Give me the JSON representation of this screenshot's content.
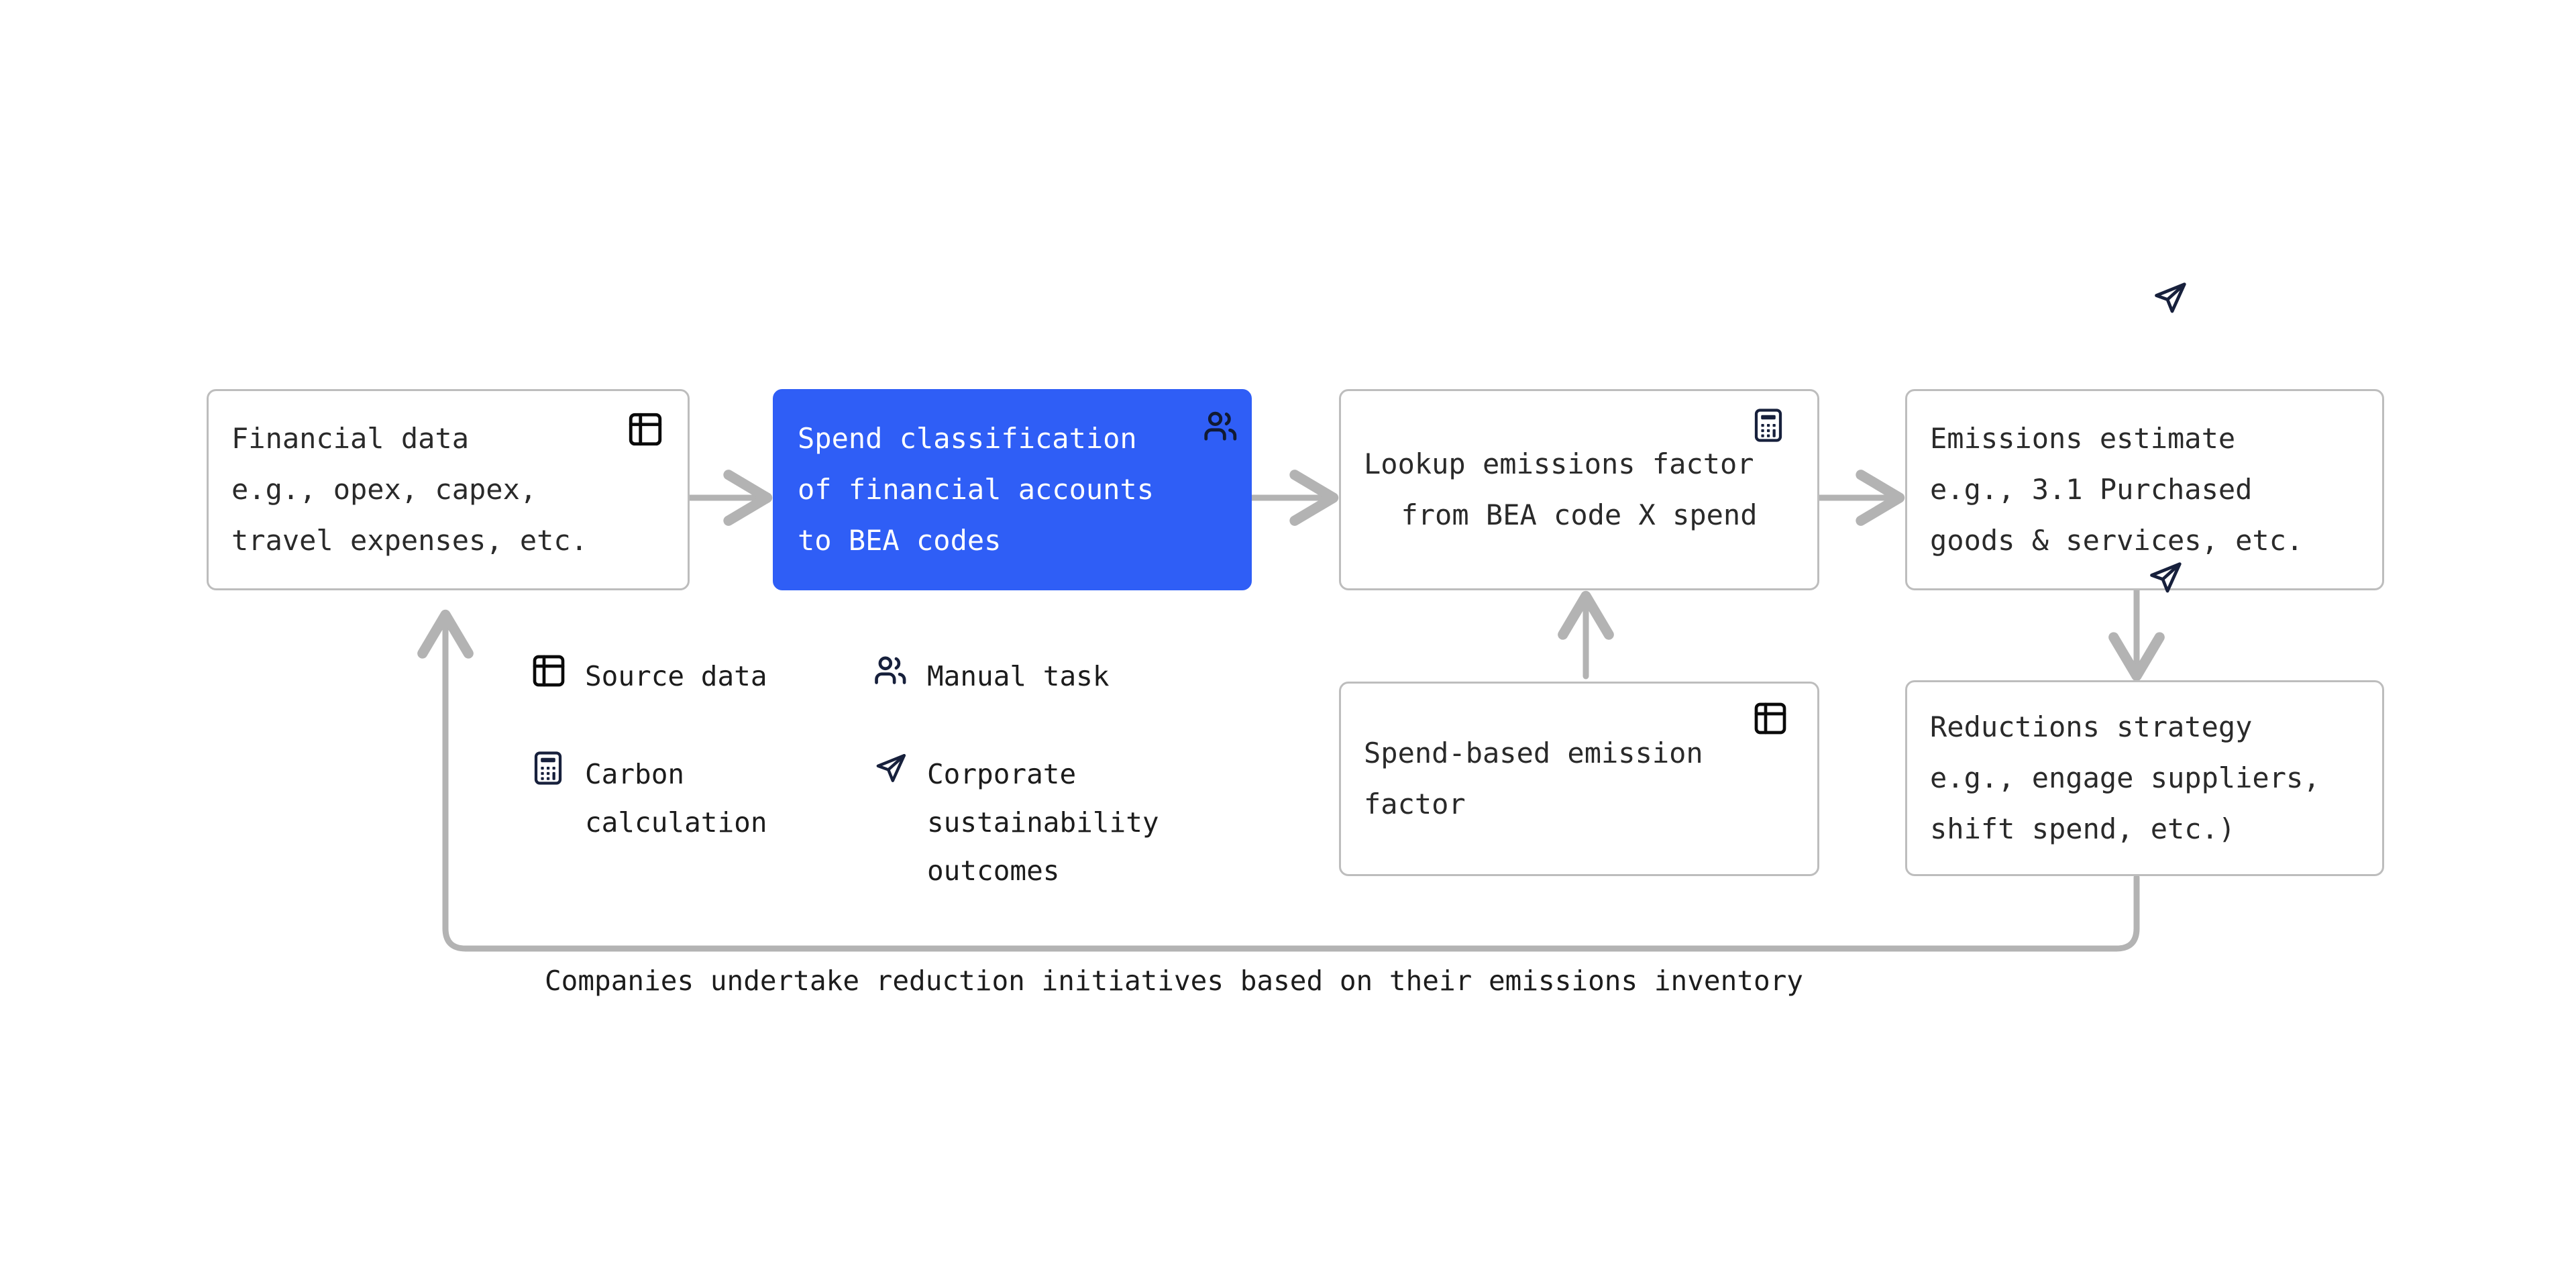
{
  "diagram": {
    "title_caption": "Companies undertake reduction initiatives based on their emissions inventory",
    "colors": {
      "accent_blue": "#2f5ef6",
      "box_border": "#bdbdbd",
      "connector_gray": "#b3b3b3",
      "icon_navy": "#17203c",
      "icon_black": "#0a0a0a",
      "text_dark": "#2a2a2a"
    }
  },
  "nodes": {
    "financial_data": {
      "icon": "table-icon",
      "lines": [
        "Financial data",
        "e.g., opex, capex,",
        "travel expenses, etc."
      ]
    },
    "spend_classification": {
      "icon": "users-icon",
      "lines": [
        "Spend classification",
        "of financial accounts",
        "to BEA codes"
      ]
    },
    "lookup_emissions_factor": {
      "icon": "calculator-icon",
      "lines": [
        "Lookup emissions factor",
        "from BEA code X spend"
      ]
    },
    "emissions_estimate": {
      "icon": "paper-plane-icon",
      "lines": [
        "Emissions estimate",
        "e.g., 3.1 Purchased",
        "goods & services, etc."
      ]
    },
    "spend_based_emission_factor": {
      "icon": "table-icon",
      "lines": [
        "Spend-based emission",
        "factor"
      ]
    },
    "reductions_strategy": {
      "icon": "none",
      "lines": [
        "Reductions strategy",
        "e.g., engage suppliers,",
        "shift spend, etc.)"
      ]
    }
  },
  "legend": {
    "items": [
      {
        "icon": "table-icon",
        "label": "Source data"
      },
      {
        "icon": "users-icon",
        "label": "Manual task"
      },
      {
        "icon": "calculator-icon",
        "label": "Carbon\ncalculation"
      },
      {
        "icon": "paper-plane-icon",
        "label": "Corporate\nsustainability\noutcomes"
      }
    ]
  },
  "connectors": [
    {
      "name": "financial-to-spend",
      "kind": "arrow-right"
    },
    {
      "name": "spend-to-lookup",
      "kind": "arrow-right"
    },
    {
      "name": "lookup-to-emissions",
      "kind": "arrow-right"
    },
    {
      "name": "factor-to-lookup",
      "kind": "arrow-up"
    },
    {
      "name": "emissions-to-reductions",
      "kind": "arrow-down"
    },
    {
      "name": "reductions-feedback-loop",
      "kind": "elbow-arrow-up"
    }
  ]
}
